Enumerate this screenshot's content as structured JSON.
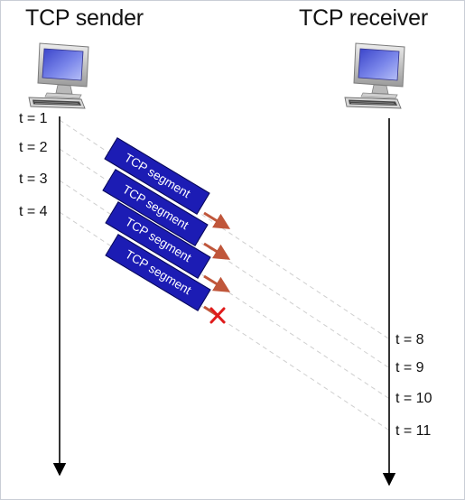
{
  "sender": {
    "title": "TCP sender",
    "times": [
      "t = 1",
      "t = 2",
      "t = 3",
      "t = 4"
    ]
  },
  "receiver": {
    "title": "TCP receiver",
    "times": [
      "t = 8",
      "t = 9",
      "t = 10",
      "t = 11"
    ]
  },
  "segments": [
    {
      "label": "TCP segment",
      "status": "delivered"
    },
    {
      "label": "TCP segment",
      "status": "delivered"
    },
    {
      "label": "TCP segment",
      "status": "delivered"
    },
    {
      "label": "TCP segment",
      "status": "lost"
    }
  ],
  "icons": {
    "computer": "desktop-computer-icon",
    "lost": "red-x-icon"
  },
  "colors": {
    "segment_fill": "#1c1cb4",
    "arrow": "#c0563a",
    "loss": "#e01b1b",
    "dashed_line": "#cfcfcf"
  }
}
